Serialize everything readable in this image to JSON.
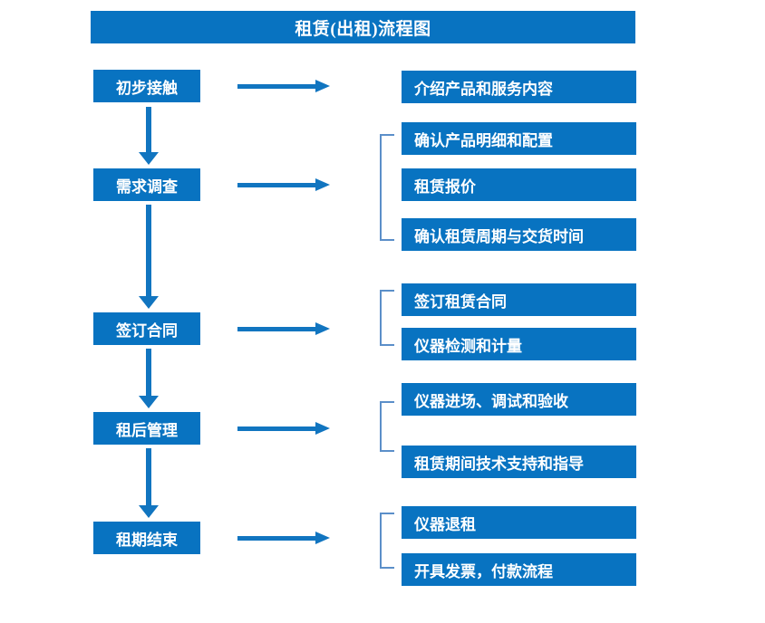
{
  "title": "租赁(出租)流程图",
  "colors": {
    "box_blue": "#0873C1",
    "arrow_blue": "#1175C0",
    "bracket_blue": "#5B8FC9",
    "text_white": "#FFFFFF",
    "background": "#FFFFFF"
  },
  "stages": [
    {
      "label": "初步接触"
    },
    {
      "label": "需求调查"
    },
    {
      "label": "签订合同"
    },
    {
      "label": "租后管理"
    },
    {
      "label": "租期结束"
    }
  ],
  "details": [
    {
      "label": "介绍产品和服务内容"
    },
    {
      "label": "确认产品明细和配置"
    },
    {
      "label": "租赁报价"
    },
    {
      "label": "确认租赁周期与交货时间"
    },
    {
      "label": "签订租赁合同"
    },
    {
      "label": "仪器检测和计量"
    },
    {
      "label": "仪器进场、调试和验收"
    },
    {
      "label": "租赁期间技术支持和指导"
    },
    {
      "label": "仪器退租"
    },
    {
      "label": "开具发票，付款流程"
    }
  ],
  "groups": [
    {
      "name": "needs-survey-group",
      "members": [
        "确认产品明细和配置",
        "租赁报价",
        "确认租赁周期与交货时间"
      ]
    },
    {
      "name": "contract-group",
      "members": [
        "签订租赁合同",
        "仪器检测和计量"
      ]
    },
    {
      "name": "post-rental-group",
      "members": [
        "仪器进场、调试和验收",
        "租赁期间技术支持和指导"
      ]
    },
    {
      "name": "end-of-term-group",
      "members": [
        "仪器退租",
        "开具发票，付款流程"
      ]
    }
  ],
  "connectors": {
    "horizontal_arrow_count": 5,
    "vertical_arrow_count": 4,
    "direction": "left-to-right and top-to-bottom"
  }
}
